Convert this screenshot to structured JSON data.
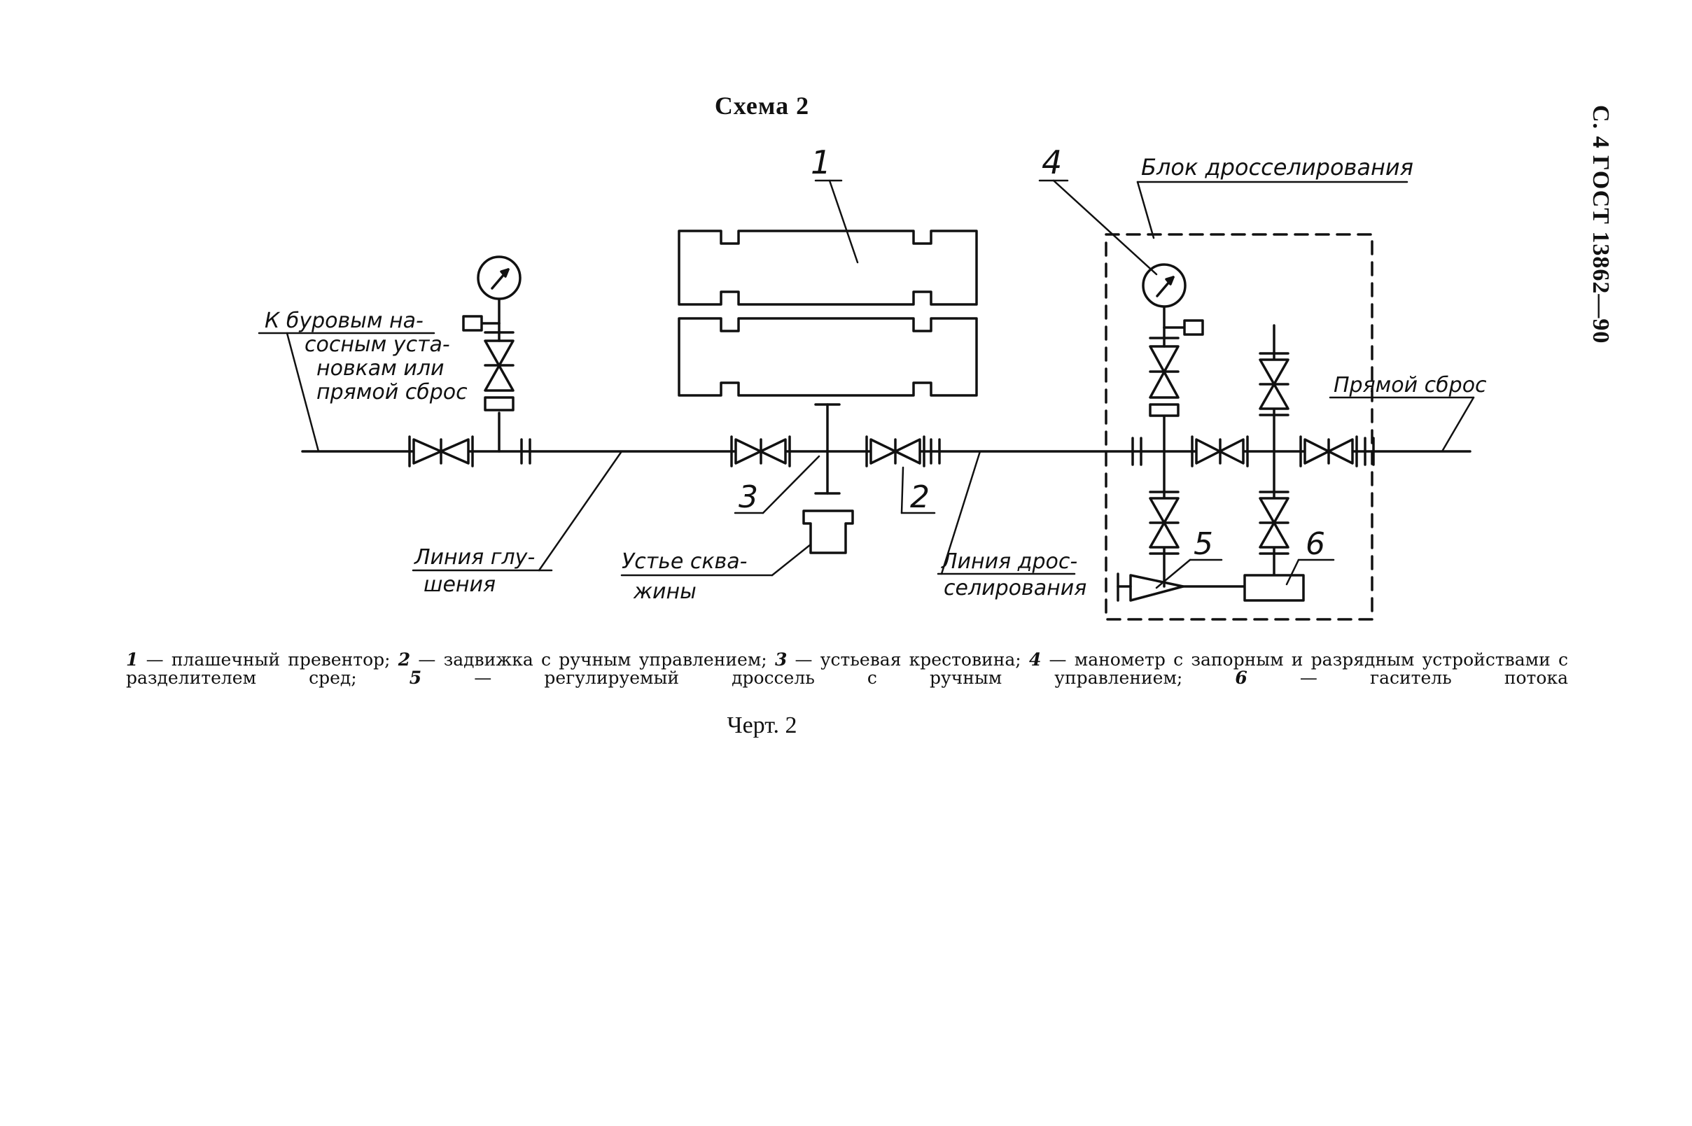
{
  "page": {
    "title": "Схема 2",
    "header_code": "С. 4 ГОСТ 13862—90",
    "caption": "Черт. 2"
  },
  "diagram": {
    "labels": {
      "item1": "1",
      "item2": "2",
      "item3": "3",
      "item4": "4",
      "item5": "5",
      "item6": "6",
      "block_choke_unit": "Блок дросселирования",
      "to_pumps_line1": "К буровым на-",
      "to_pumps_line2": "сосным уста-",
      "to_pumps_line3": "новкам или",
      "to_pumps_line4": "прямой сброс",
      "kill_line_1": "Линия глу-",
      "kill_line_2": "шения",
      "wellhead_1": "Устье сква-",
      "wellhead_2": "жины",
      "choke_line_1": "Линия дрос-",
      "choke_line_2": "селирования",
      "direct_discharge": "Прямой сброс"
    }
  },
  "legend": {
    "items": [
      {
        "num": "1",
        "text": "плашечный превентор;"
      },
      {
        "num": "2",
        "text": "задвижка с ручным управлением;"
      },
      {
        "num": "3",
        "text": "устьевая крестовина;"
      },
      {
        "num": "4",
        "text": "манометр с запорным и разрядным устройствами с разделителем сред;"
      },
      {
        "num": "5",
        "text": "регулируемый дроссель с ручным управлением;"
      },
      {
        "num": "6",
        "text": "гаситель потока"
      }
    ],
    "dash": " — "
  }
}
